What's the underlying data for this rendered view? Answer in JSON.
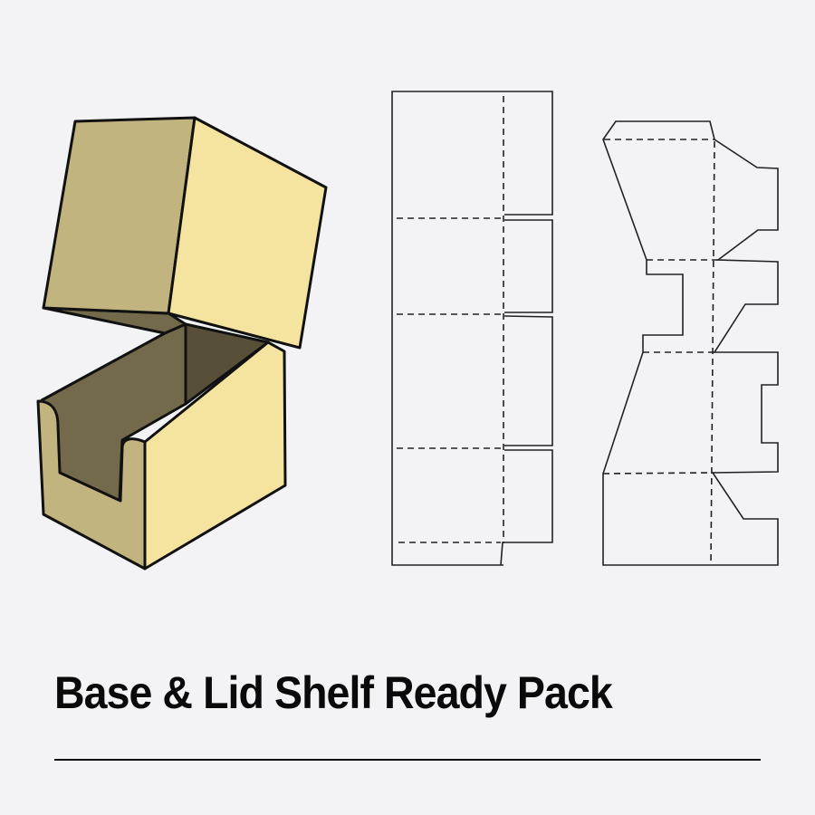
{
  "title": "Base & Lid Shelf Ready Pack",
  "illustration": {
    "box_render": "open-box-3d",
    "dieline_base": "base-dieline",
    "dieline_lid": "lid-dieline"
  },
  "colors": {
    "background": "#f3f3f5",
    "box_light_face": "#f5e4a0",
    "box_mid_face": "#c2b47e",
    "box_inner_back": "#736a4b",
    "box_inner_side": "#574f38",
    "line": "#111111"
  }
}
